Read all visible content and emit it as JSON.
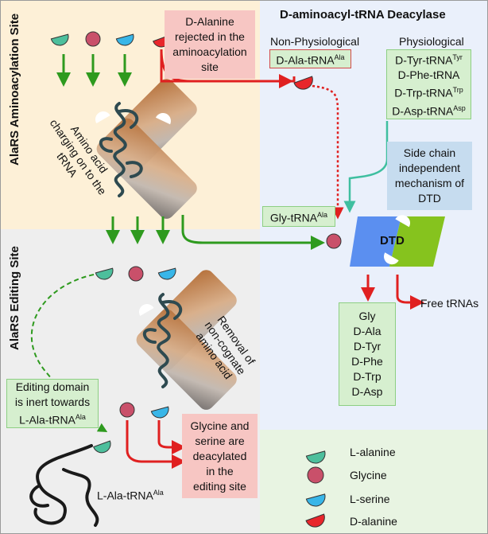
{
  "titles": {
    "aminoacylation_site": "AlaRS Aminoacylation Site",
    "editing_site": "AlaRS Editing Site",
    "deacylase": "D-aminoacyl-tRNA Deacylase"
  },
  "boxes": {
    "d_alanine_rejected": [
      "D-Alanine",
      "rejected in the",
      "aminoacylation",
      "site"
    ],
    "side_chain": [
      "Side chain",
      "independent",
      "mechanism of",
      "DTD"
    ],
    "editing_domain_inert": [
      "Editing domain",
      "is inert towards",
      "L-Ala-tRNA"
    ],
    "glycine_serine": [
      "Glycine and",
      "serine are",
      "deacylated",
      "in the",
      "editing site"
    ]
  },
  "labels": {
    "non_physiological": "Non-Physiological",
    "physiological": "Physiological",
    "non_phys_item": "D-Ala-tRNA",
    "phys_items": [
      {
        "main": "D-Tyr-tRNA",
        "sup": "Tyr"
      },
      {
        "main": "D-Phe-tRNA",
        "sup": ""
      },
      {
        "main": "D-Trp-tRNA",
        "sup": "Trp"
      },
      {
        "main": "D-Asp-tRNA",
        "sup": "Asp"
      }
    ],
    "gly_trna": "Gly-tRNA",
    "ala_sup": "Ala",
    "dtd": "DTD",
    "free_trnas": "Free tRNAs",
    "products": [
      "Gly",
      "D-Ala",
      "D-Tyr",
      "D-Phe",
      "D-Trp",
      "D-Asp"
    ],
    "charging": [
      "Amino acid",
      "charging on to the",
      "tRNA"
    ],
    "removal": [
      "Removal of",
      "non-cognate",
      "amino acid"
    ],
    "l_ala_trna": "L-Ala-tRNA"
  },
  "legend": [
    {
      "label": "L-alanine",
      "icon": "l-alanine-icon",
      "color": "#4dbf9c"
    },
    {
      "label": "Glycine",
      "icon": "glycine-icon",
      "color": "#c9506a"
    },
    {
      "label": "L-serine",
      "icon": "l-serine-icon",
      "color": "#38b6e8"
    },
    {
      "label": "D-alanine",
      "icon": "d-alanine-icon",
      "color": "#e8262b"
    }
  ],
  "colors": {
    "arrow_green": "#2e9a1e",
    "arrow_red": "#e02020",
    "tRNA": "#2e4a50",
    "dtd_blue": "#5b8ff0",
    "dtd_green": "#86c31e"
  }
}
